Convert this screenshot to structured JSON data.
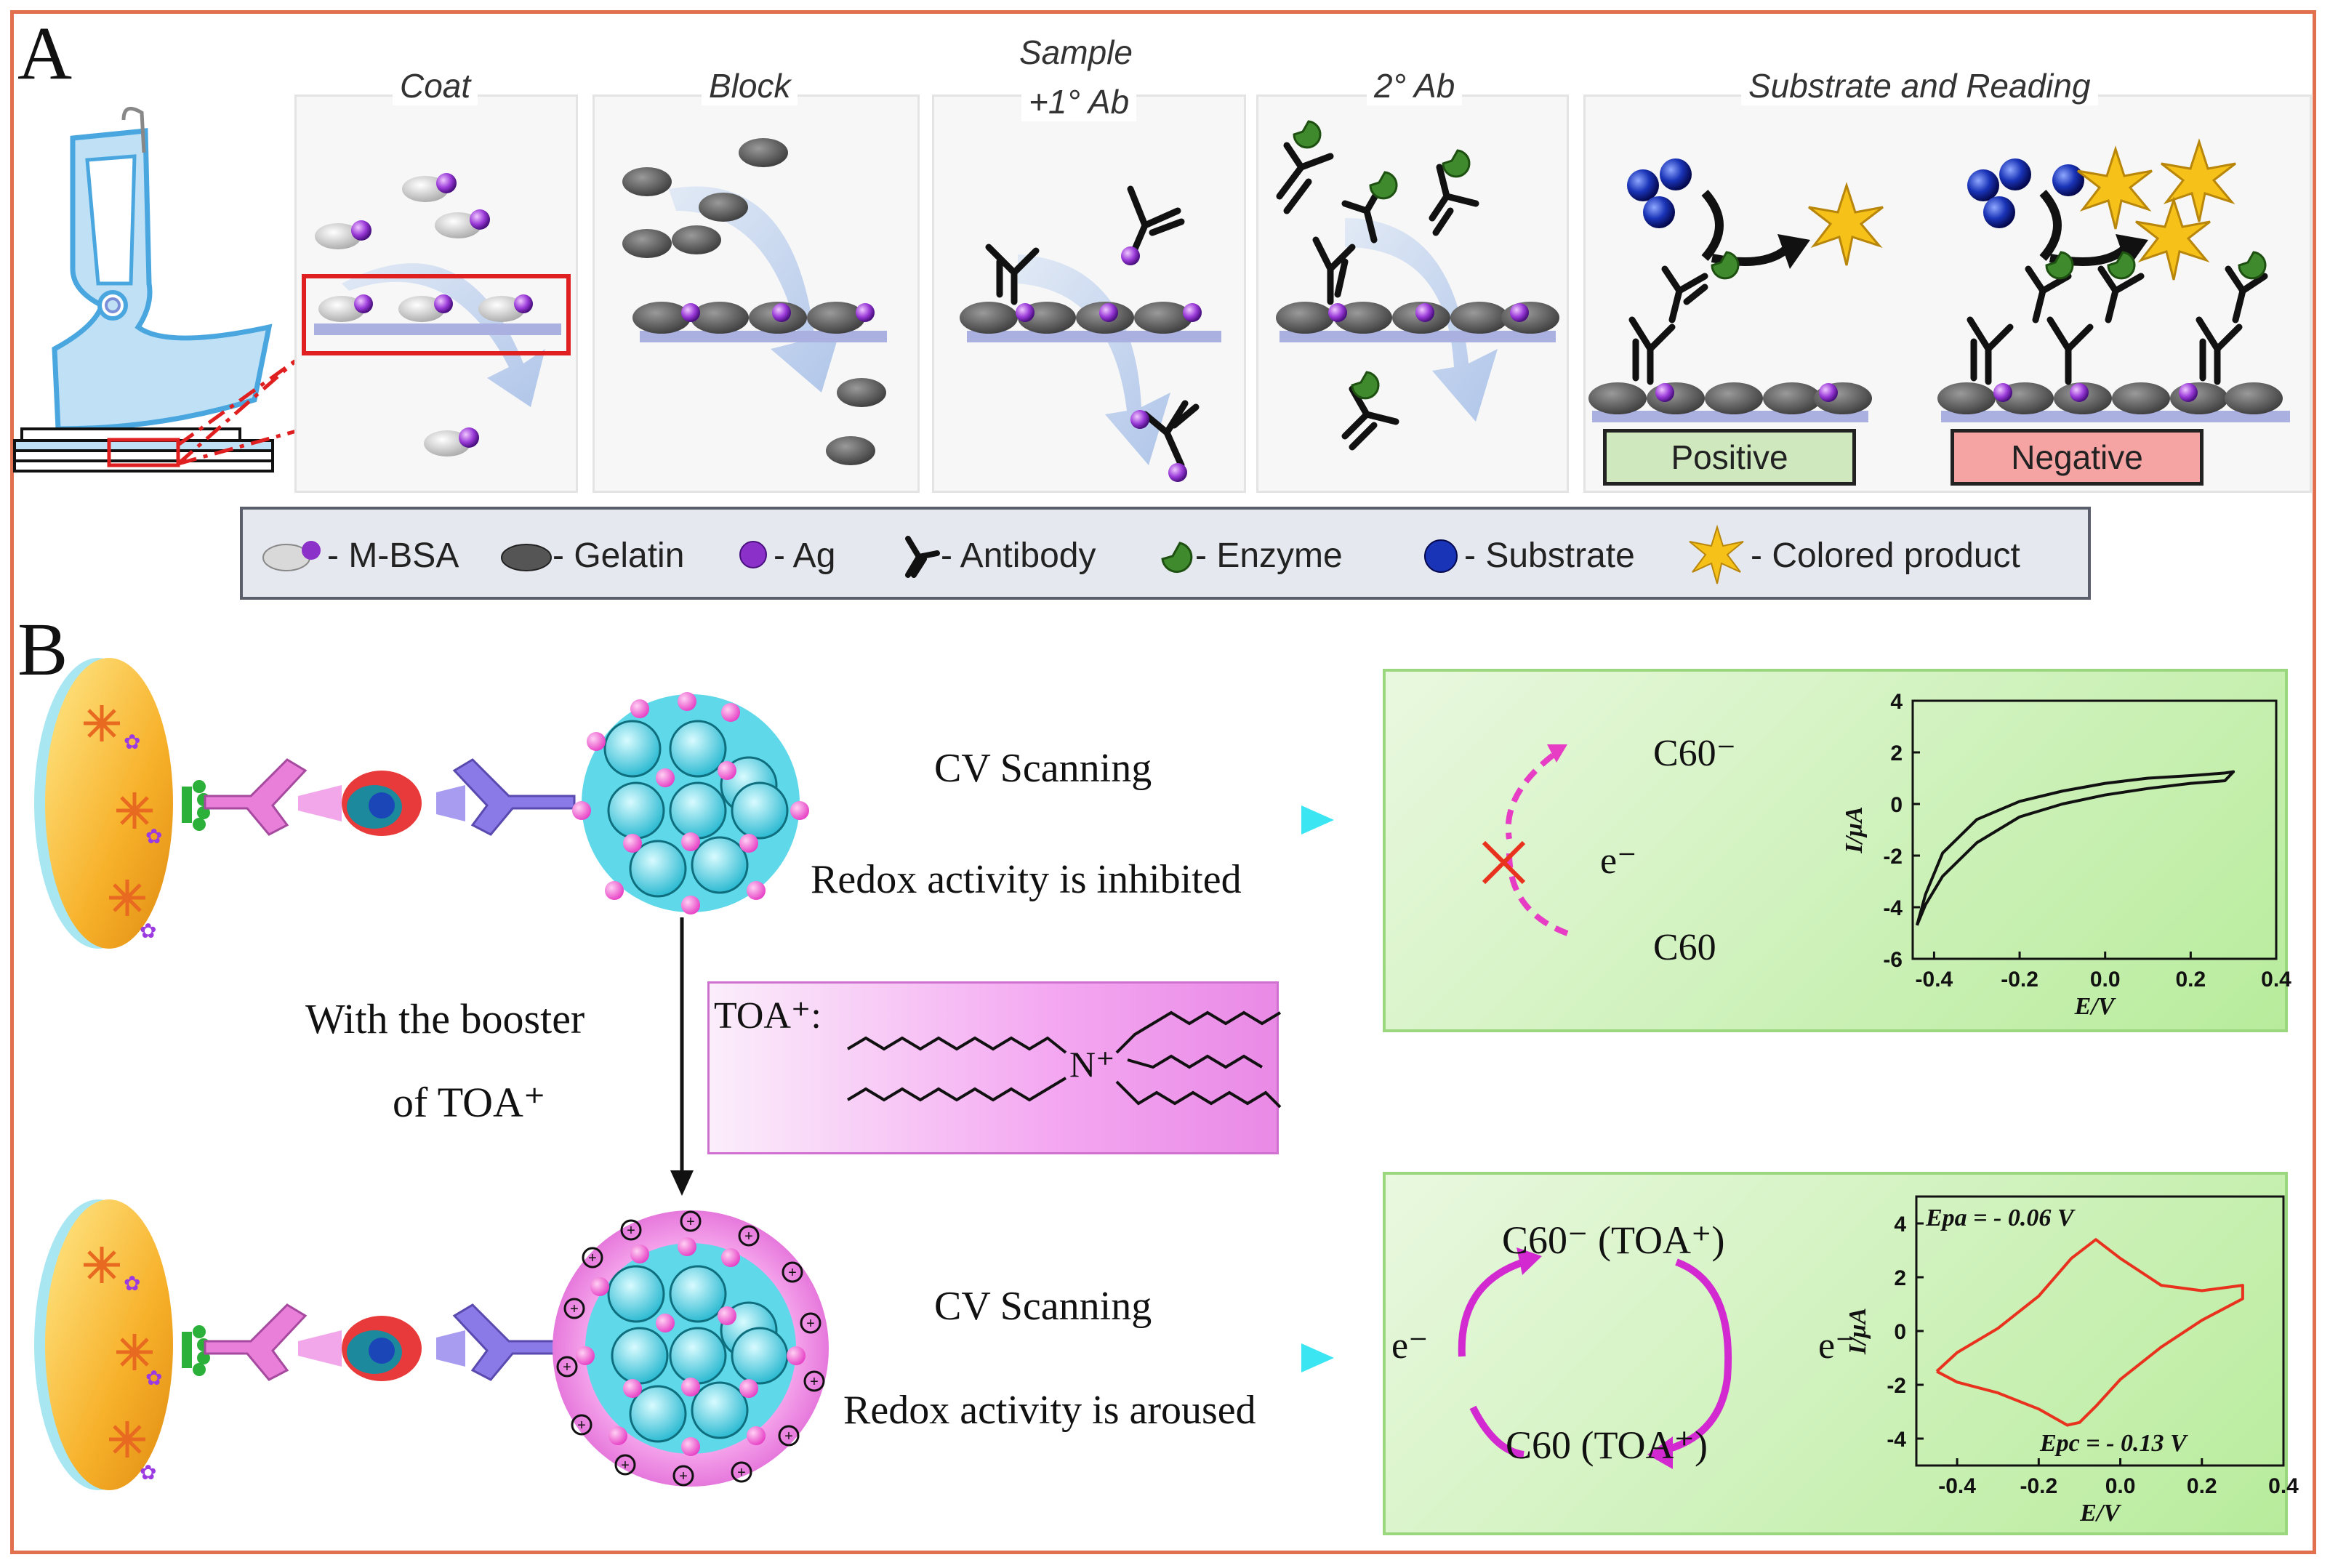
{
  "panel_a": {
    "letter": "A",
    "steps": [
      {
        "title_line1": "Coat",
        "title_line2": ""
      },
      {
        "title_line1": "Block",
        "title_line2": ""
      },
      {
        "title_line1": "Sample",
        "title_line2": "+1° Ab"
      },
      {
        "title_line1": "2° Ab",
        "title_line2": ""
      },
      {
        "title_line1": "Substrate and Reading",
        "title_line2": ""
      }
    ],
    "results": {
      "positive": "Positive",
      "negative": "Negative"
    },
    "legend": [
      {
        "icon": "m-bsa-icon",
        "label": "- M-BSA"
      },
      {
        "icon": "gelatin-icon",
        "label": "- Gelatin"
      },
      {
        "icon": "ag-icon",
        "label": "- Ag"
      },
      {
        "icon": "antibody-icon",
        "label": "- Antibody"
      },
      {
        "icon": "enzyme-icon",
        "label": "- Enzyme"
      },
      {
        "icon": "substrate-icon",
        "label": "- Substrate"
      },
      {
        "icon": "colored-product-icon",
        "label": "- Colored product"
      }
    ],
    "colors": {
      "positive_fill": "#cfe8bd",
      "negative_fill": "#f5a3a3",
      "chip": "#8fc8e8",
      "frame": "#e0704e"
    }
  },
  "panel_b": {
    "letter": "B",
    "top_arrow": {
      "line1": "CV Scanning",
      "line2": "Redox activity is inhibited"
    },
    "bottom_arrow": {
      "line1": "CV Scanning",
      "line2": "Redox activity is aroused"
    },
    "booster": {
      "line1": "With the booster",
      "line2": "of TOA⁺"
    },
    "toa_label": "TOA⁺:",
    "toa_center": "N⁺",
    "top_scheme": {
      "c60_minus": "C60⁻",
      "electron": "e⁻",
      "c60": "C60"
    },
    "bottom_scheme": {
      "c60_minus_toa": "C60⁻ (TOA⁺)",
      "c60_toa": "C60 (TOA⁺)",
      "electron_left": "e⁻",
      "electron_right": "e⁻"
    }
  },
  "chart_data": [
    {
      "type": "line",
      "xlabel": "E/V",
      "ylabel": "I/μA",
      "xlim": [
        -0.45,
        0.4
      ],
      "ylim": [
        -6,
        4
      ],
      "xticks": [
        "-0.4",
        "-0.2",
        "0.0",
        "0.2",
        "0.4"
      ],
      "yticks": [
        "4",
        "2",
        "0",
        "-2",
        "-4",
        "-6"
      ],
      "color": "#111111",
      "series": [
        {
          "x": [
            -0.44,
            -0.42,
            -0.38,
            -0.3,
            -0.2,
            -0.1,
            0.0,
            0.1,
            0.2,
            0.28,
            0.3,
            0.28,
            0.2,
            0.1,
            0.0,
            -0.1,
            -0.2,
            -0.3,
            -0.38,
            -0.42,
            -0.44
          ],
          "y": [
            -4.7,
            -3.5,
            -1.9,
            -0.6,
            0.1,
            0.5,
            0.8,
            1.0,
            1.1,
            1.2,
            1.25,
            0.9,
            0.8,
            0.6,
            0.35,
            0.0,
            -0.5,
            -1.5,
            -2.8,
            -3.9,
            -4.7
          ]
        }
      ]
    },
    {
      "type": "line",
      "xlabel": "E/V",
      "ylabel": "I/μA",
      "xlim": [
        -0.5,
        0.4
      ],
      "ylim": [
        -5,
        5
      ],
      "xticks": [
        "-0.4",
        "-0.2",
        "0.0",
        "0.2",
        "0.4"
      ],
      "yticks": [
        "4",
        "2",
        "0",
        "-2",
        "-4"
      ],
      "color": "#e8321e",
      "annotations": {
        "epa": "Epa = - 0.06 V",
        "epc": "Epc = - 0.13 V"
      },
      "series": [
        {
          "x": [
            -0.45,
            -0.4,
            -0.3,
            -0.2,
            -0.12,
            -0.06,
            0.0,
            0.1,
            0.2,
            0.3,
            0.3,
            0.2,
            0.1,
            0.0,
            -0.06,
            -0.1,
            -0.13,
            -0.2,
            -0.3,
            -0.4,
            -0.45
          ],
          "y": [
            -1.5,
            -0.8,
            0.1,
            1.3,
            2.7,
            3.4,
            2.7,
            1.7,
            1.5,
            1.7,
            1.2,
            0.4,
            -0.6,
            -1.8,
            -2.8,
            -3.4,
            -3.5,
            -2.9,
            -2.3,
            -1.9,
            -1.5
          ]
        }
      ]
    }
  ]
}
